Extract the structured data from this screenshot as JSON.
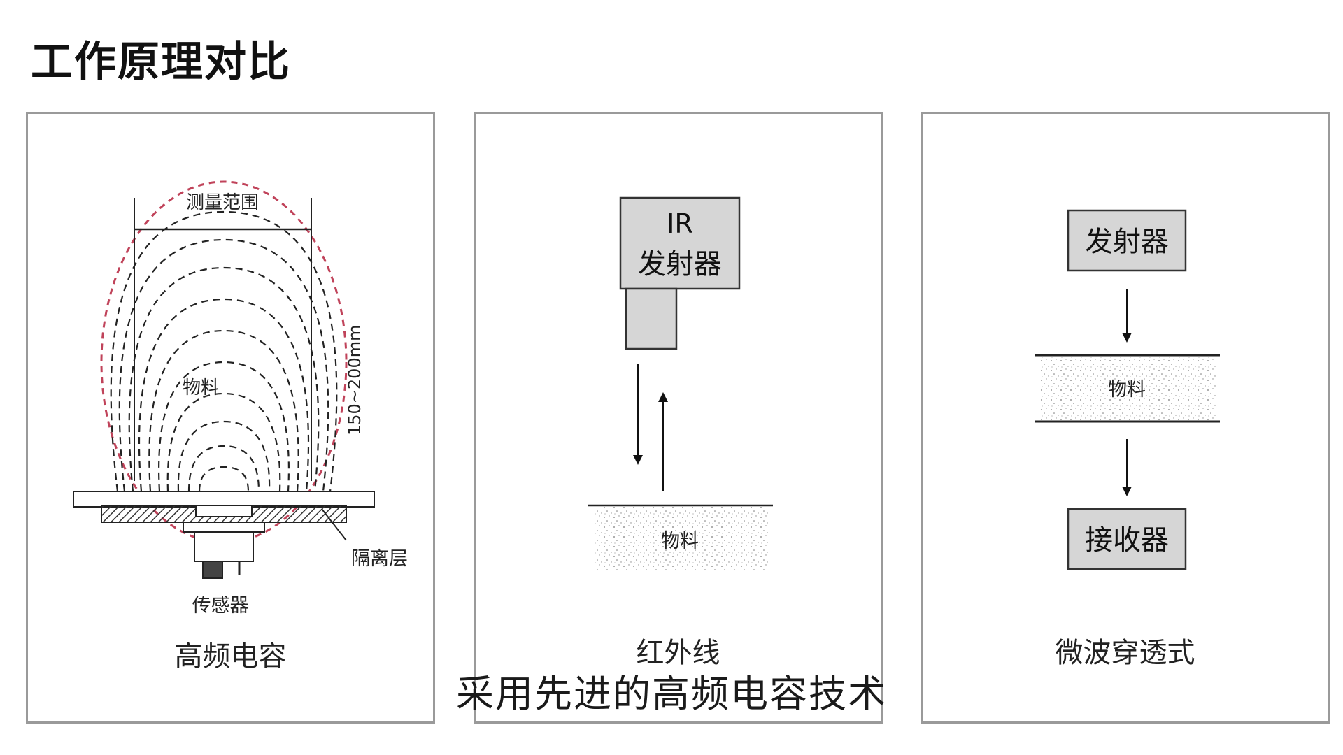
{
  "title": "工作原理对比",
  "subtitle": "采用先进的高频电容技术",
  "colors": {
    "measure_range": "#c0435a",
    "box_fill": "#d6d6d6",
    "panel_border": "#9a9a9a"
  },
  "panels": [
    {
      "caption": "高频电容",
      "labels": {
        "range": "测量范围",
        "distance": "150~200mm",
        "material": "物料",
        "insulation": "隔离层",
        "sensor": "传感器"
      }
    },
    {
      "caption": "红外线",
      "labels": {
        "ir": "IR",
        "emitter": "发射器",
        "material": "物料"
      }
    },
    {
      "caption": "微波穿透式",
      "labels": {
        "emitter": "发射器",
        "material": "物料",
        "receiver": "接收器"
      }
    }
  ]
}
